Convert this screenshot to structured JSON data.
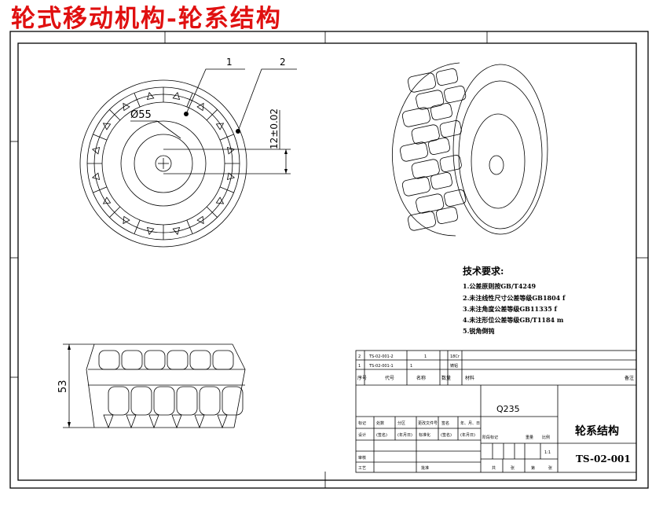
{
  "title": "轮式移动机构-轮系结构",
  "balloons": {
    "one": "1",
    "two": "2"
  },
  "dimensions": {
    "diameter": "Ø55",
    "offset": "12±0.02",
    "width": "53"
  },
  "tech_requirements": {
    "heading": "技术要求:",
    "items": [
      "1.公差原则按GB/T4249",
      "2.未注线性尺寸公差等级GB1804 f",
      "3.未注角度公差等级GB11335 f",
      "4.未注形位公差等级GB/T1184 m",
      "5.锐角倒钝"
    ]
  },
  "title_block": {
    "parts_rows": [
      {
        "index": "2",
        "code": "TS-02-001-2",
        "qty": "1",
        "material": "18Cr"
      },
      {
        "index": "1",
        "code": "TS-02-001-1",
        "qty": "1",
        "material": "铸铝"
      }
    ],
    "header_index": "序号",
    "header_code": "代号",
    "header_name": "名称",
    "header_qty": "数量",
    "header_material": "材料",
    "header_mark": "备注",
    "material": "Q235",
    "drawing_name": "轮系结构",
    "drawing_number": "TS-02-001",
    "scale": "1:1",
    "rev_labels": [
      "标记",
      "处数",
      "分区",
      "更改文件号",
      "签名",
      "年、月、日"
    ],
    "design_labels": [
      "设计",
      "(签名)",
      "(年月日)",
      "标准化",
      "(签名)",
      "(年月日)"
    ],
    "stage_labels": [
      "阶段标记",
      "重量",
      "比例"
    ],
    "review_label": "审核",
    "craft_label": "工艺",
    "approve_label": "批准",
    "sheet_labels": [
      "共",
      "张",
      "第",
      "张"
    ]
  }
}
